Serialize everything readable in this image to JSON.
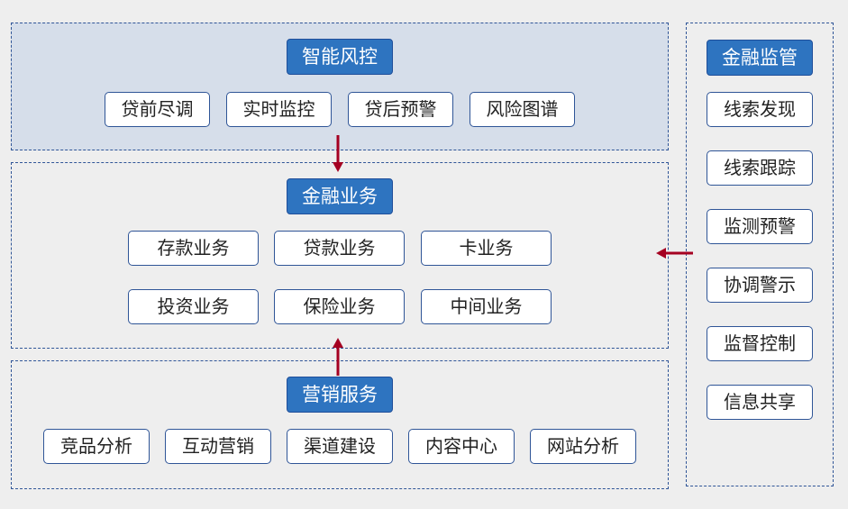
{
  "colors": {
    "title_bg": "#2e74c0",
    "item_border": "#2f5597",
    "arrow": "#a50021",
    "top_panel_bg": "#d6deea",
    "page_bg": "#eeeeee"
  },
  "smart_risk": {
    "title": "智能风控",
    "items": [
      "贷前尽调",
      "实时监控",
      "贷后预警",
      "风险图谱"
    ]
  },
  "finance_business": {
    "title": "金融业务",
    "row1": [
      "存款业务",
      "贷款业务",
      "卡业务"
    ],
    "row2": [
      "投资业务",
      "保险业务",
      "中间业务"
    ]
  },
  "marketing": {
    "title": "营销服务",
    "items": [
      "竞品分析",
      "互动营销",
      "渠道建设",
      "内容中心",
      "网站分析"
    ]
  },
  "supervision": {
    "title": "金融监管",
    "items": [
      "线索发现",
      "线索跟踪",
      "监测预警",
      "协调警示",
      "监督控制",
      "信息共享"
    ]
  }
}
